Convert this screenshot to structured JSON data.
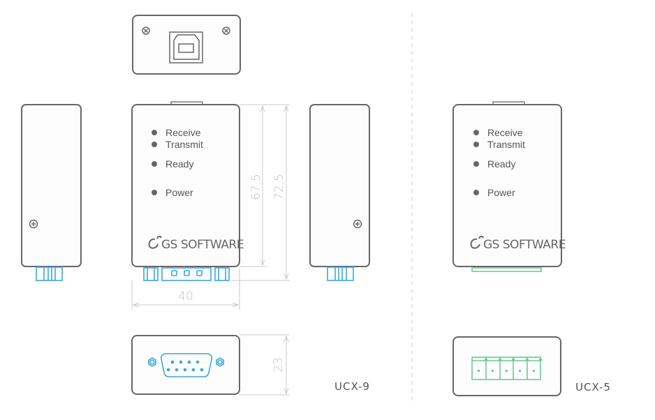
{
  "led_labels": [
    "Receive",
    "Transmit",
    "Ready",
    "Power"
  ],
  "logo_text": "GS SOFTWARE",
  "dimensions": {
    "inner_height": "67,5",
    "outer_height": "72,5",
    "width": "40",
    "depth": "23"
  },
  "models": {
    "left": "UCX-9",
    "right": "UCX-5"
  },
  "colors": {
    "outline": "#666666",
    "dimension": "#c8c8c8",
    "db9_connector": "#3aa6e0",
    "terminal_block": "#6ccb93"
  }
}
